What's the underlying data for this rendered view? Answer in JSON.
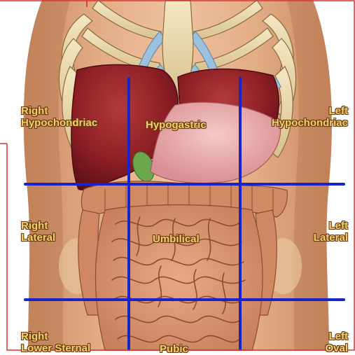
{
  "image": {
    "subject": "Anterior abdominal anatomy with nine-region grid",
    "grid_color": "#1a23c8",
    "border_color": "#e23030",
    "regions": {
      "top_left": [
        "Right",
        "Hypochondriac"
      ],
      "top_center": [
        "Hypogastric"
      ],
      "top_right": [
        "Left",
        "Hypochondriac"
      ],
      "mid_left": [
        "Right",
        "Lateral"
      ],
      "mid_center": [
        "Umbilical"
      ],
      "mid_right": [
        "Left",
        "Lateral"
      ],
      "bottom_left": [
        "Right",
        "Lower Sternal"
      ],
      "bottom_center": [
        "Pubic"
      ],
      "bottom_right": [
        "Left",
        "Oval"
      ]
    }
  }
}
